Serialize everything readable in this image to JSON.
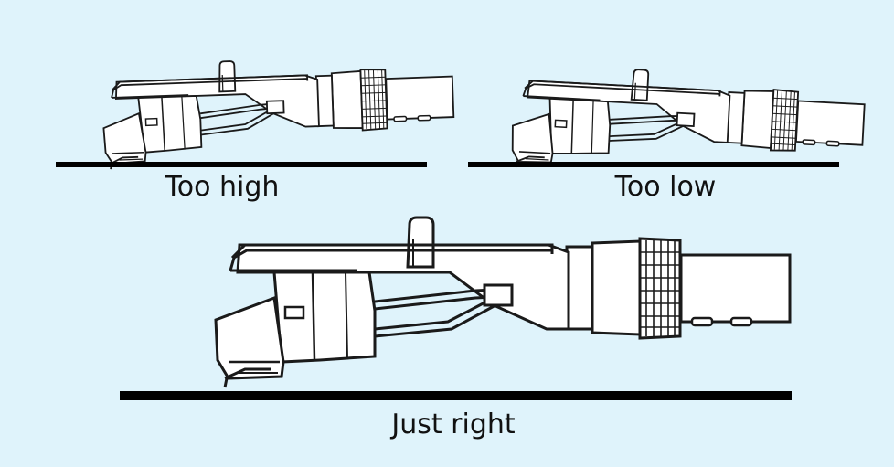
{
  "panels": [
    {
      "id": "too-high",
      "caption": "Too high"
    },
    {
      "id": "too-low",
      "caption": "Too low"
    },
    {
      "id": "just-right",
      "caption": "Just right"
    }
  ],
  "colors": {
    "background": "#dff3fb",
    "stroke": "#1a1a1a",
    "fill": "#ffffff",
    "surface": "#000000"
  }
}
